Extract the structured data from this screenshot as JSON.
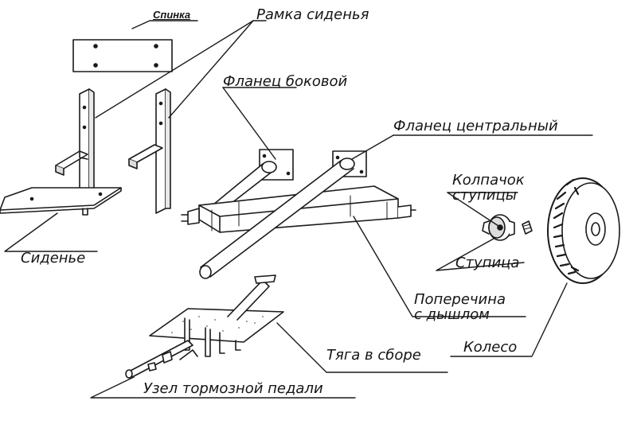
{
  "labels": {
    "spinka": "Спинка",
    "ramka_sidenya": "Рамка сиденья",
    "flanets_bokovoy": "Фланец боковой",
    "flanets_tsentralny": "Фланец центральный",
    "kolpachok_stupitsy": "Колпачок\nступицы",
    "sidenye": "Сиденье",
    "stupitsa": "Ступица",
    "poperechina": "Поперечина\nс дышлом",
    "tyaga_v_sbore": "Тяга в сборе",
    "koleso": "Колесо",
    "uzel_tormoznoy_pedali": "Узел тормозной педали"
  }
}
